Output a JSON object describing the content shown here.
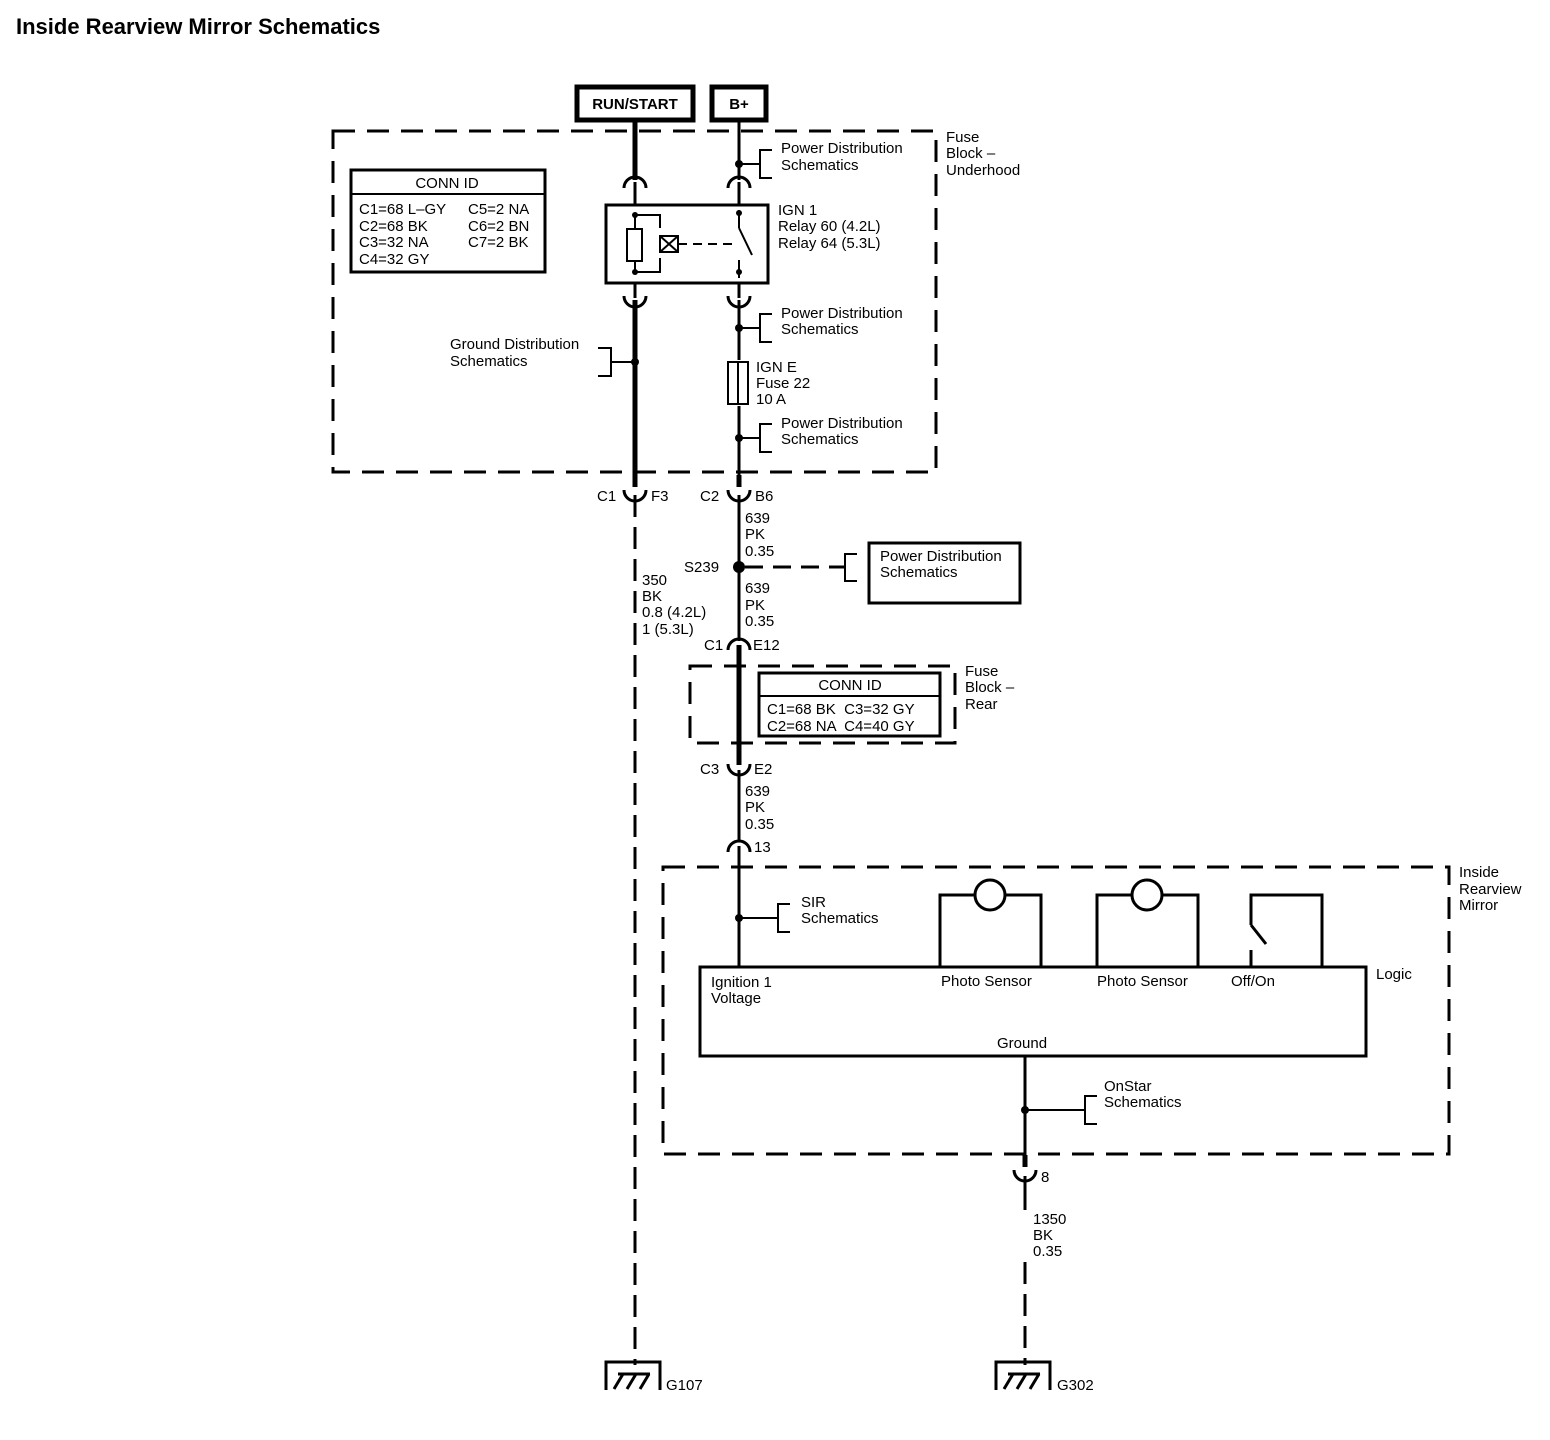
{
  "title": "Inside Rearview Mirror Schematics",
  "power_sources": {
    "run_start": "RUN/START",
    "bplus": "B+"
  },
  "fuse_block_underhood": {
    "label": [
      "Fuse",
      "Block –",
      "Underhood"
    ],
    "conn_id": {
      "header": "CONN ID",
      "col1": [
        "C1=68 L–GY",
        "C2=68 BK",
        "C3=32 NA",
        "C4=32 GY"
      ],
      "col2": [
        "C5=2 NA",
        "C6=2 BN",
        "C7=2 BK"
      ]
    },
    "relay": [
      "IGN 1",
      "Relay 60 (4.2L)",
      "Relay 64 (5.3L)"
    ],
    "fuse": [
      "IGN E",
      "Fuse 22",
      "10 A"
    ]
  },
  "power_distribution": [
    "Power Distribution",
    "Schematics"
  ],
  "ground_distribution": [
    "Ground Distribution",
    "Schematics"
  ],
  "connectors": {
    "c1": "C1",
    "f3": "F3",
    "c2": "C2",
    "b6": "B6",
    "c1_rear": "C1",
    "e12": "E12",
    "c3": "C3",
    "e2": "E2",
    "pin13": "13",
    "pin8": "8"
  },
  "splice": "S239",
  "wires": {
    "w639": [
      "639",
      "PK",
      "0.35"
    ],
    "w350": [
      "350",
      "BK",
      "0.8 (4.2L)",
      "1 (5.3L)"
    ],
    "w1350": [
      "1350",
      "BK",
      "0.35"
    ]
  },
  "fuse_block_rear": {
    "label": [
      "Fuse",
      "Block –",
      "Rear"
    ],
    "conn_id": {
      "header": "CONN ID",
      "rows": [
        "C1=68 BK  C3=32 GY",
        "C2=68 NA  C4=40 GY"
      ]
    }
  },
  "mirror": {
    "label": [
      "Inside",
      "Rearview",
      "Mirror"
    ],
    "logic": "Logic",
    "ignition": [
      "Ignition 1",
      "Voltage"
    ],
    "photo_sensor_1": "Photo Sensor",
    "photo_sensor_2": "Photo Sensor",
    "off_on": "Off/On",
    "ground": "Ground"
  },
  "sir": [
    "SIR",
    "Schematics"
  ],
  "onstar": [
    "OnStar",
    "Schematics"
  ],
  "grounds": {
    "g107": "G107",
    "g302": "G302"
  }
}
